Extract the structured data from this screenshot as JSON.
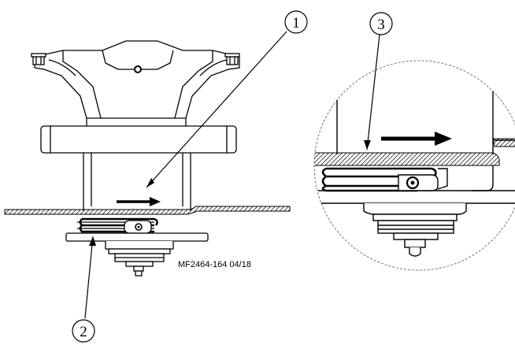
{
  "callouts": [
    {
      "id": "callout-1",
      "label": "1"
    },
    {
      "id": "callout-2",
      "label": "2"
    },
    {
      "id": "callout-3",
      "label": "3"
    }
  ],
  "figure_code": "MF2464-164 04/18",
  "colors": {
    "line": "#000000",
    "paper": "#ffffff",
    "hatch": "#000000",
    "detail_circle": "#777777"
  },
  "icons": [
    "arrow-right-icon"
  ]
}
